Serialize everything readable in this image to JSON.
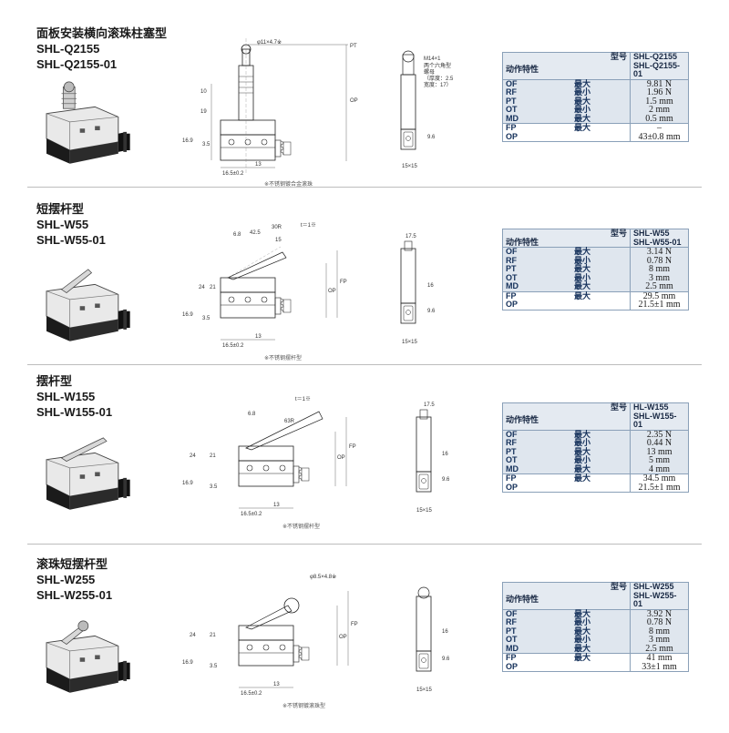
{
  "colors": {
    "table_header_bg": "#e4eaf1",
    "table_shade_bg": "#dfe6ee",
    "table_border": "#8aa0b8",
    "separator": "#bdbdbd"
  },
  "sections": [
    {
      "title_cn": "面板安装横向滚珠柱塞型",
      "model_1": "SHL-Q2155",
      "model_2": "SHL-Q2155-01",
      "drawing_note": "※不锈钢镀合金滚珠",
      "header": {
        "model_label": "型号",
        "char_label": "动作特性",
        "model_a": "SHL-Q2155",
        "model_b": "SHL-Q2155-01"
      },
      "rows_a": [
        {
          "key": "OF",
          "qual": "最大",
          "value": "9.81 N"
        },
        {
          "key": "RF",
          "qual": "最小",
          "value": "1.96 N"
        },
        {
          "key": "PT",
          "qual": "最大",
          "value": "1.5 mm"
        },
        {
          "key": "OT",
          "qual": "最小",
          "value": "2 mm"
        },
        {
          "key": "MD",
          "qual": "最大",
          "value": "0.5 mm"
        }
      ],
      "rows_b": [
        {
          "key": "FP",
          "qual": "最大",
          "value": "–"
        },
        {
          "key": "OP",
          "qual": "",
          "value": "43±0.8 mm"
        }
      ]
    },
    {
      "title_cn": "短摆杆型",
      "model_1": "SHL-W55",
      "model_2": "SHL-W55-01",
      "drawing_note": "※不锈钢摆杆型",
      "header": {
        "model_label": "型号",
        "char_label": "动作特性",
        "model_a": "SHL-W55",
        "model_b": "SHL-W55-01"
      },
      "rows_a": [
        {
          "key": "OF",
          "qual": "最大",
          "value": "3.14 N"
        },
        {
          "key": "RF",
          "qual": "最小",
          "value": "0.78 N"
        },
        {
          "key": "PT",
          "qual": "最大",
          "value": "8 mm"
        },
        {
          "key": "OT",
          "qual": "最小",
          "value": "3 mm"
        },
        {
          "key": "MD",
          "qual": "最大",
          "value": "2.5 mm"
        }
      ],
      "rows_b": [
        {
          "key": "FP",
          "qual": "最大",
          "value": "29.5 mm"
        },
        {
          "key": "OP",
          "qual": "",
          "value": "21.5±1 mm"
        }
      ]
    },
    {
      "title_cn": "摆杆型",
      "model_1": "SHL-W155",
      "model_2": "SHL-W155-01",
      "drawing_note": "※不锈钢摆杆型",
      "header": {
        "model_label": "型号",
        "char_label": "动作特性",
        "model_a": "HL-W155",
        "model_b": "SHL-W155-01"
      },
      "rows_a": [
        {
          "key": "OF",
          "qual": "最大",
          "value": "2.35 N"
        },
        {
          "key": "RF",
          "qual": "最小",
          "value": "0.44 N"
        },
        {
          "key": "PT",
          "qual": "最大",
          "value": "13 mm"
        },
        {
          "key": "OT",
          "qual": "最小",
          "value": "5 mm"
        },
        {
          "key": "MD",
          "qual": "最大",
          "value": "4 mm"
        }
      ],
      "rows_b": [
        {
          "key": "FP",
          "qual": "最大",
          "value": "34.5 mm"
        },
        {
          "key": "OP",
          "qual": "",
          "value": "21.5±1 mm"
        }
      ]
    },
    {
      "title_cn": "滚珠短摆杆型",
      "model_1": "SHL-W255",
      "model_2": "SHL-W255-01",
      "drawing_note": "※不锈钢镀滚珠型",
      "header": {
        "model_label": "型号",
        "char_label": "动作特性",
        "model_a": "SHL-W255",
        "model_b": "SHL-W255-01"
      },
      "rows_a": [
        {
          "key": "OF",
          "qual": "最大",
          "value": "3.92 N"
        },
        {
          "key": "RF",
          "qual": "最小",
          "value": "0.78 N"
        },
        {
          "key": "PT",
          "qual": "最大",
          "value": "8 mm"
        },
        {
          "key": "OT",
          "qual": "最小",
          "value": "3 mm"
        },
        {
          "key": "MD",
          "qual": "最大",
          "value": "2.5 mm"
        }
      ],
      "rows_b": [
        {
          "key": "FP",
          "qual": "最大",
          "value": "41 mm"
        },
        {
          "key": "OP",
          "qual": "",
          "value": "33±1 mm"
        }
      ]
    }
  ],
  "dims": {
    "s1": {
      "d_top": "φ11×4.7※",
      "pt": "PT",
      "op": "OP",
      "h10": "10",
      "h19": "19",
      "h169": "16.9",
      "h35": "3.5",
      "w165": "16.5±0.2",
      "w13": "13",
      "m14": "M14×1",
      "hex1": "两个六角型",
      "hex2": "螺母",
      "hex3": "（厚度：2.5",
      "hex4": "宽度：17）",
      "d96": "9.6",
      "w15": "15×15"
    },
    "s2": {
      "r": "30R",
      "t": "t＝1※",
      "a68": "6.8",
      "a425": "42.5",
      "a15": "15",
      "fp": "FP",
      "op": "OP",
      "h24": "24",
      "h21": "21",
      "h169": "16.9",
      "h35": "3.5",
      "w165": "16.5±0.2",
      "w13": "13",
      "w175": "17.5",
      "h16": "16",
      "d96": "9.6",
      "w15": "15×15"
    },
    "s3": {
      "t": "t＝1※",
      "a68": "6.8",
      "r": "63R",
      "fp": "FP",
      "op": "OP",
      "h24": "24",
      "h21": "21",
      "h169": "16.9",
      "h35": "3.5",
      "w165": "16.5±0.2",
      "w13": "13",
      "w175": "17.5",
      "h16": "16",
      "d96": "9.6",
      "w15": "15×15"
    },
    "s4": {
      "d": "φ8.5×4.8※",
      "fp": "FP",
      "op": "OP",
      "h24": "24",
      "h21": "21",
      "h169": "16.9",
      "h35": "3.5",
      "w165": "16.5±0.2",
      "w13": "13",
      "h16": "16",
      "d96": "9.6",
      "w15": "15×15"
    }
  }
}
